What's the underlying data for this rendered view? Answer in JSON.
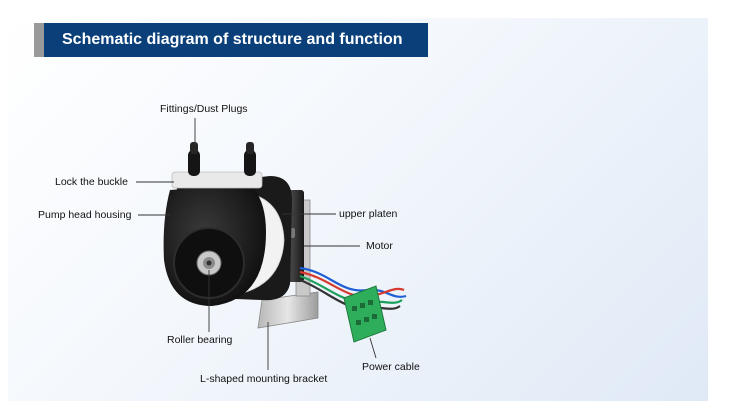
{
  "title": "Schematic diagram of structure and function",
  "labels": {
    "fittings": "Fittings/Dust Plugs",
    "lock_buckle": "Lock the buckle",
    "pump_head_housing": "Pump head housing",
    "upper_platen": "upper platen",
    "motor": "Motor",
    "roller_bearing": "Roller bearing",
    "mounting_bracket": "L-shaped mounting bracket",
    "power_cable": "Power cable"
  },
  "colors": {
    "title_background": "#0a3f7a",
    "title_text": "#ffffff",
    "title_accent": "#9a9a9a"
  }
}
